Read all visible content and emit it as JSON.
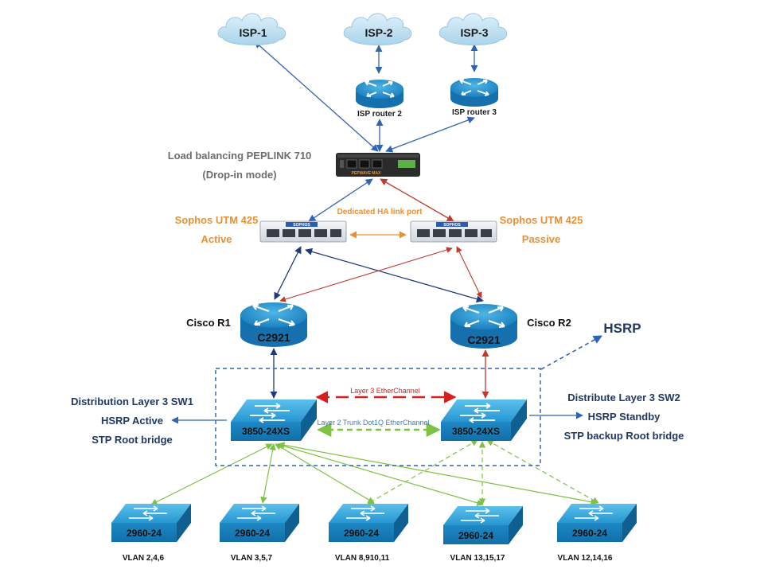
{
  "colors": {
    "blue_link": "#2f64b3",
    "red_link": "#c0392b",
    "green_link": "#7dc242",
    "orange_text": "#e69138",
    "navy_text": "#1f3864",
    "gray_text": "#6d6d6d",
    "device_blue": "#1a8bc9"
  },
  "isps": [
    {
      "label": "ISP-1"
    },
    {
      "label": "ISP-2"
    },
    {
      "label": "ISP-3"
    }
  ],
  "isp_routers": [
    {
      "label": "ISP router 2"
    },
    {
      "label": "ISP router 3"
    }
  ],
  "load_balancer": {
    "line1": "Load balancing PEPLINK 710",
    "line2": "(Drop-in mode)",
    "brand": "PEPWAVE MAX"
  },
  "ha_link_label": "Dedicated HA link port",
  "firewalls": [
    {
      "name": "Sophos UTM 425",
      "role": "Active",
      "badge": "SOPHOS"
    },
    {
      "name": "Sophos UTM 425",
      "role": "Passive",
      "badge": "SOPHOS"
    }
  ],
  "routers": [
    {
      "name": "Cisco R1",
      "model": "C2921"
    },
    {
      "name": "Cisco R2",
      "model": "C2921"
    }
  ],
  "hsrp_label": "HSRP",
  "dist_switches": [
    {
      "model": "3850-24XS",
      "lines": [
        "Distribution Layer 3 SW1",
        "HSRP Active",
        "STP Root bridge"
      ]
    },
    {
      "model": "3850-24XS",
      "lines": [
        "Distribute Layer 3 SW2",
        "HSRP Standby",
        "STP backup Root bridge"
      ]
    }
  ],
  "etherchannel_l3": "Layer 3 EtherChannel",
  "etherchannel_l2": "Layer 2 Trunk Dot1Q EtherChannel",
  "access_switches": [
    {
      "model": "2960-24",
      "vlans": "VLAN 2,4,6"
    },
    {
      "model": "2960-24",
      "vlans": "VLAN 3,5,7"
    },
    {
      "model": "2960-24",
      "vlans": "VLAN 8,910,11"
    },
    {
      "model": "2960-24",
      "vlans": "VLAN 13,15,17"
    },
    {
      "model": "2960-24",
      "vlans": "VLAN 12,14,16"
    }
  ]
}
